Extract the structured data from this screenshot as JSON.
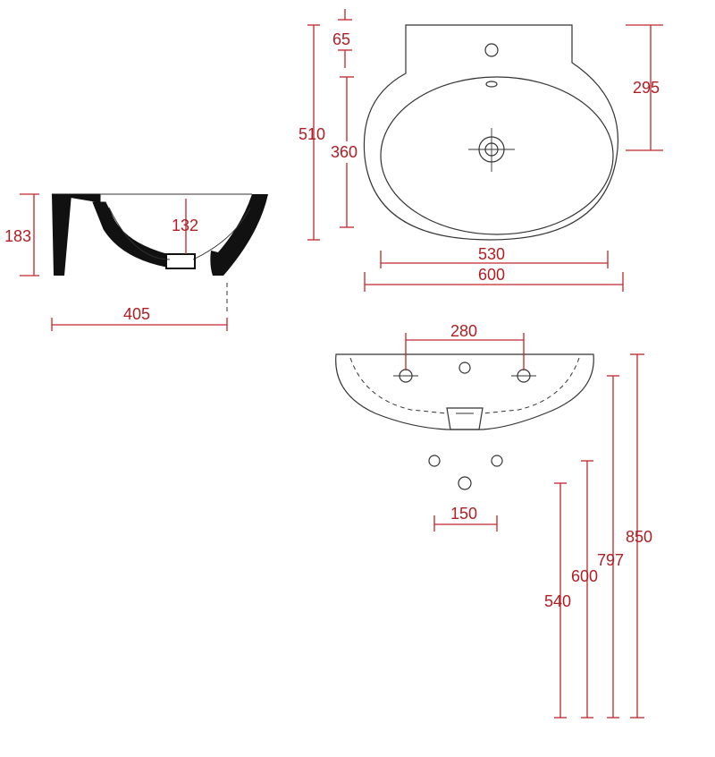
{
  "colors": {
    "dimension": "#b01e23",
    "outline": "#333333",
    "section_fill": "#111111"
  },
  "side_view": {
    "height": "183",
    "bowl_depth": "132",
    "projection": "405"
  },
  "top_view": {
    "rim_to_tap_hole": "65",
    "bowl_length": "360",
    "total_depth": "510",
    "backsplash_height": "295",
    "bowl_width": "530",
    "total_width": "600"
  },
  "front_view": {
    "fixing_spacing": "280",
    "waste_spacing": "150",
    "waste_height_1": "540",
    "waste_height_2": "600",
    "fixing_height": "797",
    "rim_height": "850"
  }
}
